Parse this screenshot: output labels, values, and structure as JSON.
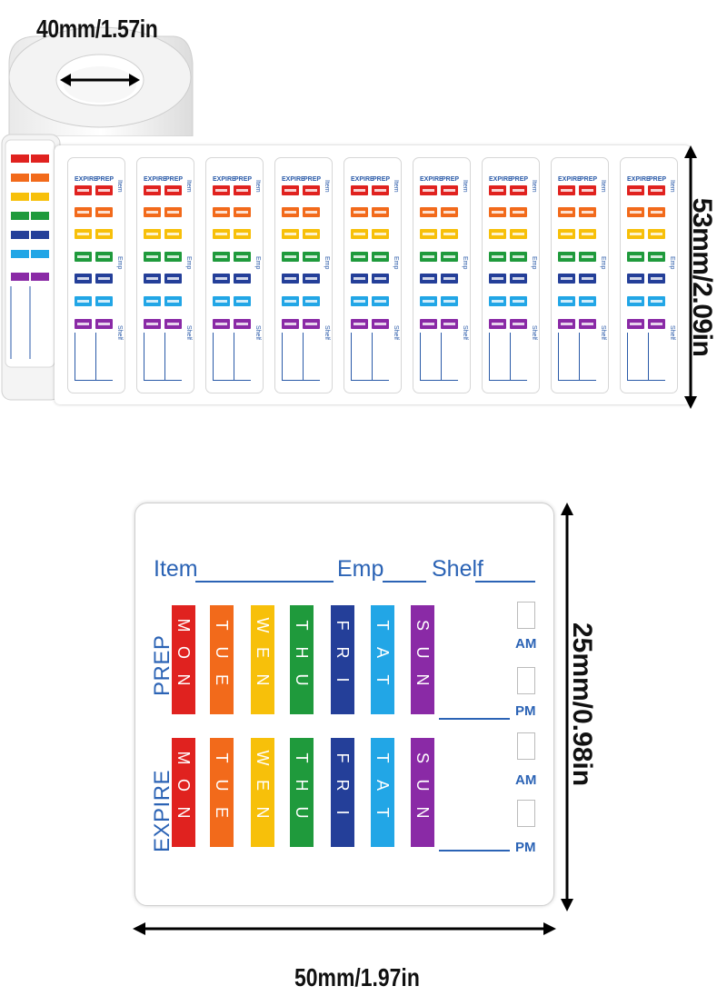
{
  "dimensions": {
    "core_width": "40mm/1.57in",
    "roll_height": "53mm/2.09in",
    "label_width": "50mm/1.97in",
    "label_height": "25mm/0.98in"
  },
  "label": {
    "fields": {
      "item": "Item",
      "emp": "Emp",
      "shelf": "Shelf"
    },
    "rows": {
      "prep": "PREP",
      "expire": "EXPIRE"
    },
    "days": [
      {
        "text": "MON",
        "color": "#e0221f"
      },
      {
        "text": "TUE",
        "color": "#f26a1b"
      },
      {
        "text": "WEN",
        "color": "#f7c00a"
      },
      {
        "text": "THU",
        "color": "#1f9a3c"
      },
      {
        "text": "FRI",
        "color": "#243f99"
      },
      {
        "text": "TAT",
        "color": "#22a6e6"
      },
      {
        "text": "SUN",
        "color": "#8a2aa6"
      }
    ],
    "am": "AM",
    "pm": "PM"
  },
  "mini_label": {
    "expire": "EXPIRE",
    "prep": "PREP",
    "item": "Item",
    "emp": "Emp",
    "shelf": "Shelf"
  }
}
